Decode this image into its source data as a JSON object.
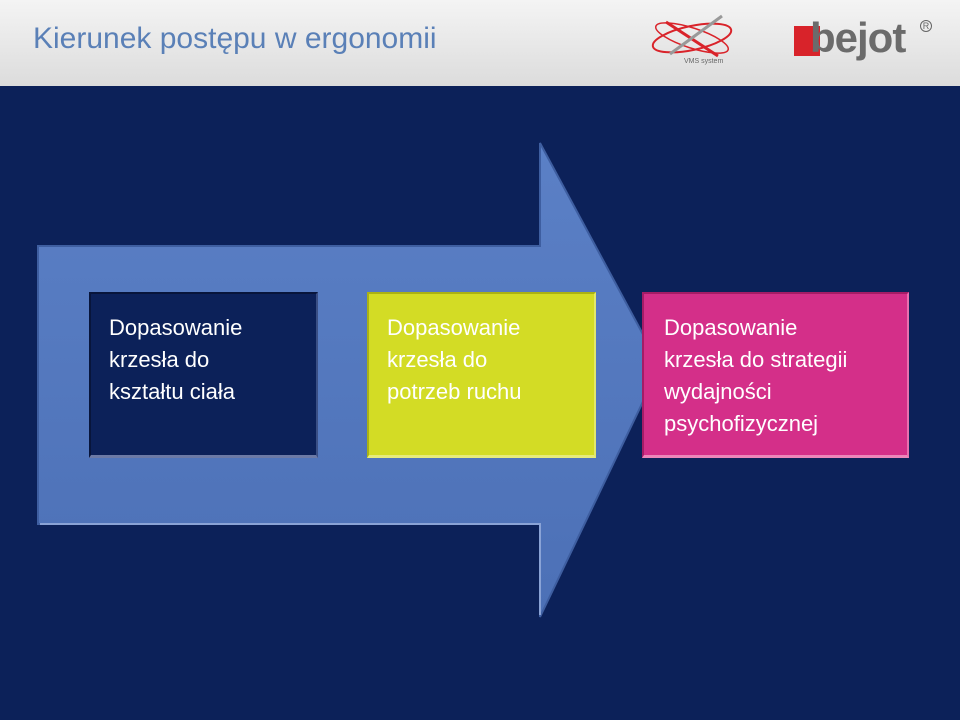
{
  "header": {
    "title": "Kierunek postępu w ergonomii",
    "vms_logo_text": "VMS system",
    "bejot_logo_text": "bejot",
    "registered_mark": "R"
  },
  "diagram": {
    "steps": [
      {
        "text": "Dopasowanie\nkrzesła do\nkształtu ciała",
        "color": "#0c2159"
      },
      {
        "text": "Dopasowanie\nkrzesła do\npotrzeb ruchu",
        "color": "#d3dc25"
      },
      {
        "text": "Dopasowanie\nkrzesła do strategii\nwydajności\npsychofizycznej",
        "color": "#d42f89"
      }
    ],
    "arrow_color": "#5579bf",
    "background_color": "#0c2159"
  }
}
